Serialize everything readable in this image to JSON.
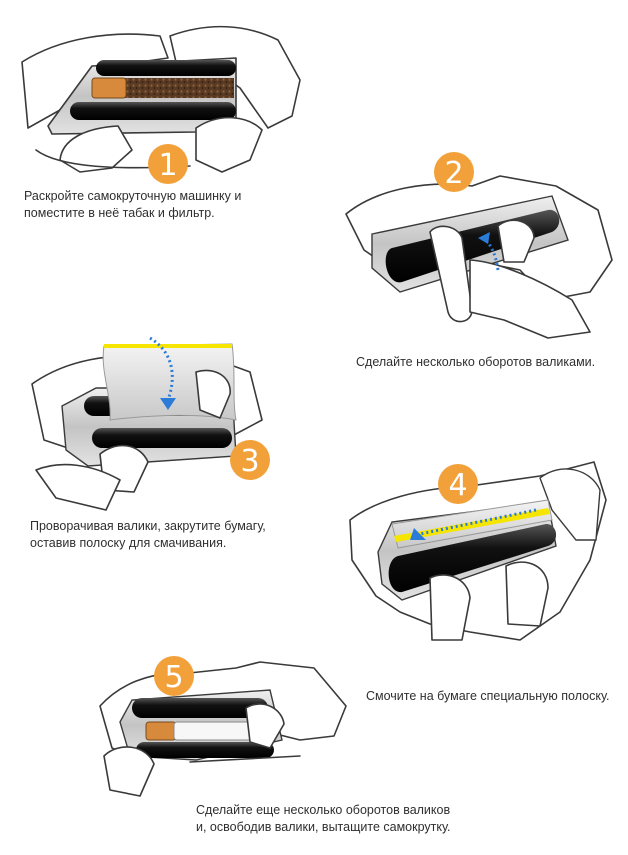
{
  "colors": {
    "badge": "#f2a13a",
    "roller": "#1b1b1b",
    "machine": "#c9c9c9",
    "paper": "#e6e6e6",
    "glue_strip": "#f5e500",
    "arrow": "#2b7bd8",
    "text": "#2f2f2f"
  },
  "steps": [
    {
      "number": "1",
      "caption_lines": [
        "Раскройте самокруточную машинку и",
        "поместите в неё табак и фильтр."
      ]
    },
    {
      "number": "2",
      "caption_lines": [
        "Сделайте несколько оборотов валиками."
      ]
    },
    {
      "number": "3",
      "caption_lines": [
        "Проворачивая валики, закрутите бумагу,",
        "оставив полоску для смачивания."
      ]
    },
    {
      "number": "4",
      "caption_lines": [
        "Смочите на бумаге специальную полоску."
      ]
    },
    {
      "number": "5",
      "caption_lines": [
        "Сделайте еще несколько оборотов валиков",
        "и, освободив валики, вытащите самокрутку."
      ]
    }
  ],
  "icons": {
    "step1": "rolling-machine-with-tobacco-and-filter",
    "step2": "thumbs-turning-rollers",
    "step3": "paper-inserted-in-rollers",
    "step4": "licking-glue-strip",
    "step5": "finished-cigarette-in-machine"
  }
}
